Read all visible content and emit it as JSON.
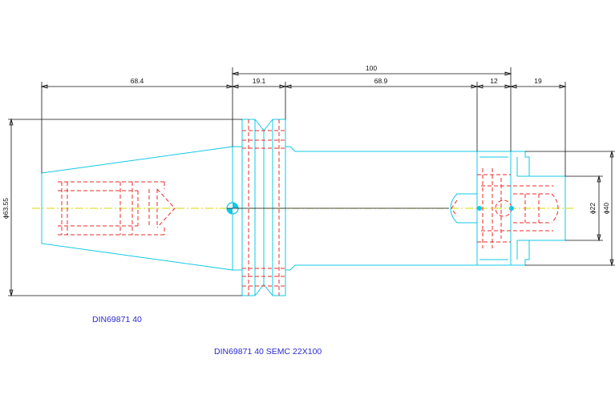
{
  "dimensions": {
    "overall_length": "100",
    "taper_length": "68.4",
    "flange_length": "19.1",
    "body_length": "68.9",
    "nut_length": "12",
    "tail_length": "19",
    "flange_diameter": "ϕ63.55",
    "bore_diameter": "ϕ22",
    "nose_diameter": "ϕ40"
  },
  "labels": {
    "holder_standard": "DIN69871 40",
    "part_name": "DIN69871 40 SEMC 22X100"
  },
  "colors": {
    "outline": "#12c8e6",
    "hidden": "#ee2a2a",
    "dimension": "#111111",
    "centerline": "#d8d800",
    "text": "#2a2ad0"
  }
}
